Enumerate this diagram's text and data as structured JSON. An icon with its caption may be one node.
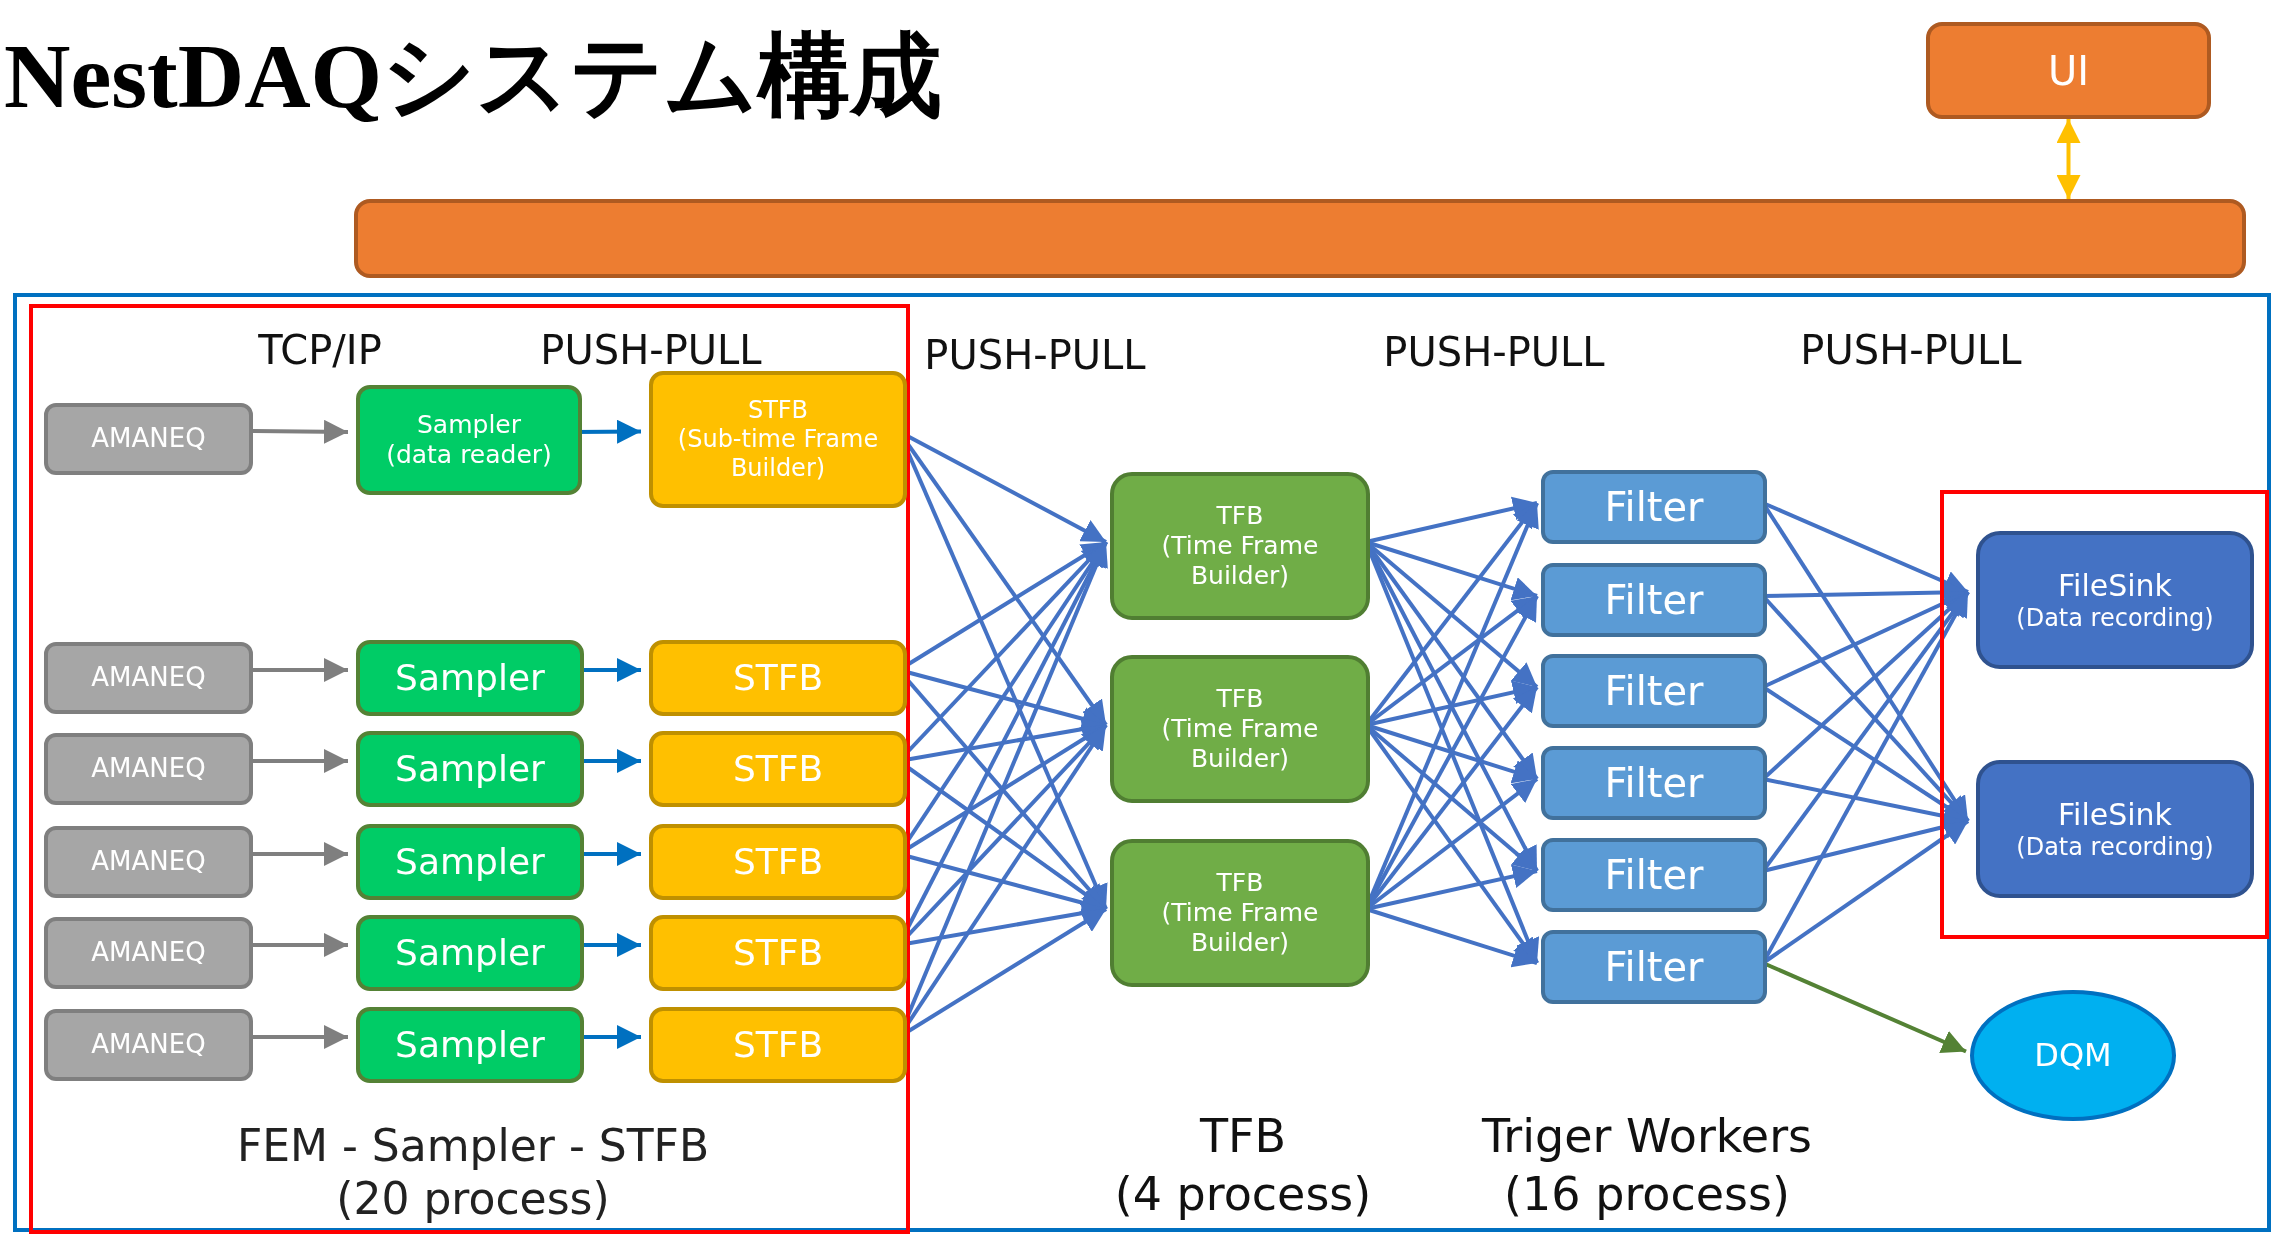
{
  "diagram": {
    "title": "NestDAQシステム構成",
    "nodes": [
      {
        "text": [
          "UI"
        ]
      },
      {
        "text": [],
        "shape": "bar"
      },
      {
        "text": [],
        "shape": "box"
      },
      {
        "text": [
          "FEM - Sampler - STFB (20 process)"
        ],
        "in": 2
      },
      {
        "text": [
          "AMANEQ"
        ],
        "in": 3
      },
      {
        "text": [
          "Sampler (data reader)"
        ],
        "in": 3
      },
      {
        "text": [
          "STFB (Sub-time Frame Builder)"
        ],
        "in": 3
      },
      {
        "text": [
          "AMANEQ"
        ],
        "in": 3
      },
      {
        "text": [
          "Sampler"
        ],
        "in": 3
      },
      {
        "text": [
          "STFB"
        ],
        "in": 3
      },
      {
        "text": [
          "AMANEQ"
        ],
        "in": 3
      },
      {
        "text": [
          "Sampler"
        ],
        "in": 3
      },
      {
        "text": [
          "STFB"
        ],
        "in": 3
      },
      {
        "text": [
          "AMANEQ"
        ],
        "in": 3
      },
      {
        "text": [
          "Sampler"
        ],
        "in": 3
      },
      {
        "text": [
          "STFB"
        ],
        "in": 3
      },
      {
        "text": [
          "AMANEQ"
        ],
        "in": 3
      },
      {
        "text": [
          "Sampler"
        ],
        "in": 3
      },
      {
        "text": [
          "STFB"
        ],
        "in": 3
      },
      {
        "text": [
          "AMANEQ"
        ],
        "in": 3
      },
      {
        "text": [
          "Sampler"
        ],
        "in": 3
      },
      {
        "text": [
          "STFB"
        ],
        "in": 3
      },
      {
        "text": [
          "TFB (Time Frame Builder)"
        ],
        "in": 2
      },
      {
        "text": [
          "TFB (Time Frame Builder)"
        ],
        "in": 2
      },
      {
        "text": [
          "TFB (Time Frame Builder)"
        ],
        "in": 2
      },
      {
        "text": [
          "Filter"
        ],
        "in": 2
      },
      {
        "text": [
          "Filter"
        ],
        "in": 2
      },
      {
        "text": [
          "Filter"
        ],
        "in": 2
      },
      {
        "text": [
          "Filter"
        ],
        "in": 2
      },
      {
        "text": [
          "Filter"
        ],
        "in": 2
      },
      {
        "text": [
          "Filter"
        ],
        "in": 2
      },
      {
        "text": [],
        "shape": "box",
        "in": 2
      },
      {
        "text": [
          "FileSink",
          "(Data recording)"
        ],
        "in": 31
      },
      {
        "text": [
          "FileSink",
          "(Data recording)"
        ],
        "in": 31
      },
      {
        "text": [
          "DQM"
        ],
        "in": 2
      }
    ],
    "edges": [
      {
        "from": 0,
        "to": 1,
        "arrow": "both",
        "color": "#ffc000"
      },
      {
        "from": 4,
        "to": 5,
        "arrow": "to",
        "color": "#7f7f7f"
      },
      {
        "from": 5,
        "to": 6,
        "arrow": "to",
        "color": "#0070c0"
      },
      {
        "from": 7,
        "to": 8,
        "arrow": "to",
        "color": "#7f7f7f"
      },
      {
        "from": 8,
        "to": 9,
        "arrow": "to",
        "color": "#0070c0"
      },
      {
        "from": 10,
        "to": 11,
        "arrow": "to",
        "color": "#7f7f7f"
      },
      {
        "from": 11,
        "to": 12,
        "arrow": "to",
        "color": "#0070c0"
      },
      {
        "from": 13,
        "to": 14,
        "arrow": "to",
        "color": "#7f7f7f"
      },
      {
        "from": 14,
        "to": 15,
        "arrow": "to",
        "color": "#0070c0"
      },
      {
        "from": 16,
        "to": 17,
        "arrow": "to",
        "color": "#7f7f7f"
      },
      {
        "from": 17,
        "to": 18,
        "arrow": "to",
        "color": "#0070c0"
      },
      {
        "from": 19,
        "to": 20,
        "arrow": "to",
        "color": "#7f7f7f"
      },
      {
        "from": 20,
        "to": 21,
        "arrow": "to",
        "color": "#0070c0"
      },
      {
        "from": 6,
        "to": 22,
        "arrow": "to"
      },
      {
        "from": 6,
        "to": 23,
        "arrow": "to"
      },
      {
        "from": 6,
        "to": 24,
        "arrow": "to"
      },
      {
        "from": 9,
        "to": 22,
        "arrow": "to"
      },
      {
        "from": 9,
        "to": 23,
        "arrow": "to"
      },
      {
        "from": 9,
        "to": 24,
        "arrow": "to"
      },
      {
        "from": 12,
        "to": 22,
        "arrow": "to"
      },
      {
        "from": 12,
        "to": 23,
        "arrow": "to"
      },
      {
        "from": 12,
        "to": 24,
        "arrow": "to"
      },
      {
        "from": 15,
        "to": 22,
        "arrow": "to"
      },
      {
        "from": 15,
        "to": 23,
        "arrow": "to"
      },
      {
        "from": 15,
        "to": 24,
        "arrow": "to"
      },
      {
        "from": 18,
        "to": 22,
        "arrow": "to"
      },
      {
        "from": 18,
        "to": 23,
        "arrow": "to"
      },
      {
        "from": 18,
        "to": 24,
        "arrow": "to"
      },
      {
        "from": 21,
        "to": 22,
        "arrow": "to"
      },
      {
        "from": 21,
        "to": 23,
        "arrow": "to"
      },
      {
        "from": 21,
        "to": 24,
        "arrow": "to"
      },
      {
        "from": 22,
        "to": 25,
        "arrow": "to"
      },
      {
        "from": 22,
        "to": 26,
        "arrow": "to"
      },
      {
        "from": 22,
        "to": 27,
        "arrow": "to"
      },
      {
        "from": 22,
        "to": 28,
        "arrow": "to"
      },
      {
        "from": 22,
        "to": 29,
        "arrow": "to"
      },
      {
        "from": 22,
        "to": 30,
        "arrow": "to"
      },
      {
        "from": 23,
        "to": 25,
        "arrow": "to"
      },
      {
        "from": 23,
        "to": 26,
        "arrow": "to"
      },
      {
        "from": 23,
        "to": 27,
        "arrow": "to"
      },
      {
        "from": 23,
        "to": 28,
        "arrow": "to"
      },
      {
        "from": 23,
        "to": 29,
        "arrow": "to"
      },
      {
        "from": 23,
        "to": 30,
        "arrow": "to"
      },
      {
        "from": 24,
        "to": 25,
        "arrow": "to"
      },
      {
        "from": 24,
        "to": 26,
        "arrow": "to"
      },
      {
        "from": 24,
        "to": 27,
        "arrow": "to"
      },
      {
        "from": 24,
        "to": 28,
        "arrow": "to"
      },
      {
        "from": 24,
        "to": 29,
        "arrow": "to"
      },
      {
        "from": 24,
        "to": 30,
        "arrow": "to"
      },
      {
        "from": 25,
        "to": 32,
        "arrow": "to"
      },
      {
        "from": 25,
        "to": 33,
        "arrow": "to"
      },
      {
        "from": 26,
        "to": 32,
        "arrow": "to"
      },
      {
        "from": 26,
        "to": 33,
        "arrow": "to"
      },
      {
        "from": 27,
        "to": 32,
        "arrow": "to"
      },
      {
        "from": 27,
        "to": 33,
        "arrow": "to"
      },
      {
        "from": 28,
        "to": 32,
        "arrow": "to"
      },
      {
        "from": 28,
        "to": 33,
        "arrow": "to"
      },
      {
        "from": 29,
        "to": 32,
        "arrow": "to"
      },
      {
        "from": 29,
        "to": 33,
        "arrow": "to"
      },
      {
        "from": 30,
        "to": 32,
        "arrow": "to"
      },
      {
        "from": 30,
        "to": 33,
        "arrow": "to"
      },
      {
        "from": 30,
        "to": 34,
        "arrow": "to",
        "color": "#548235"
      }
    ],
    "labels": [
      "TCP/IP",
      "PUSH-PULL",
      "PUSH-PULL",
      "PUSH-PULL",
      "PUSH-PULL",
      "TFB (4 process)",
      "Triger Workers (16 process)"
    ]
  }
}
